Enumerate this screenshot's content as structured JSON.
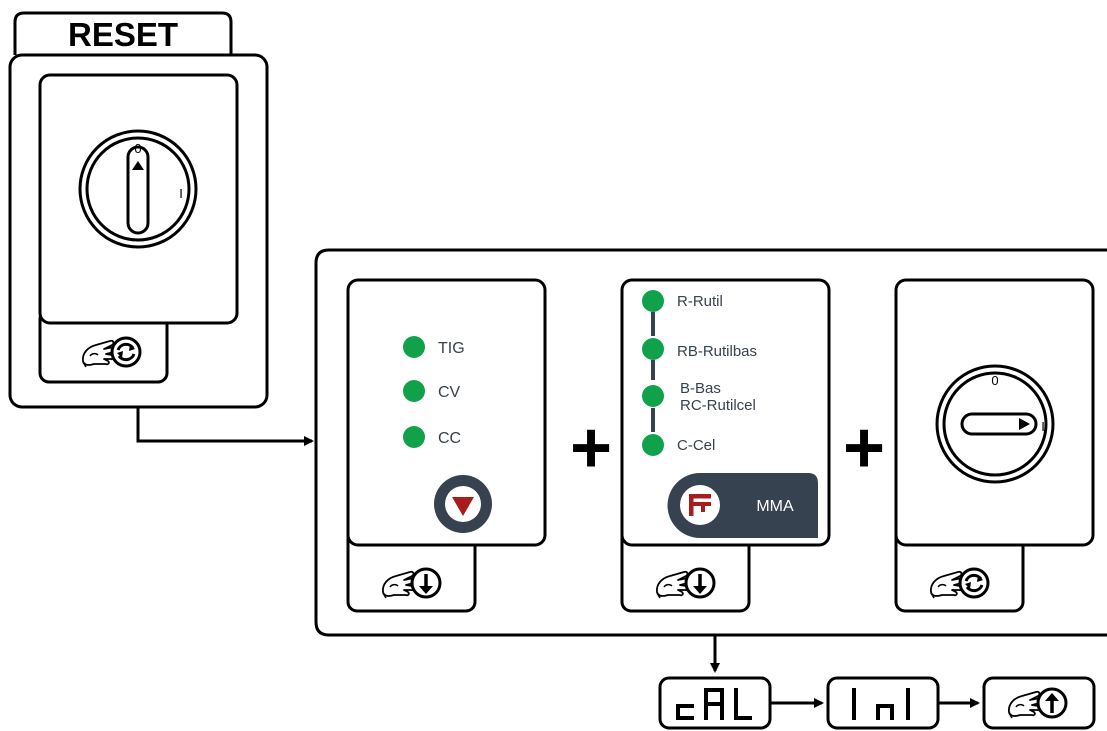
{
  "reset_panel": {
    "tab_label": "RESET",
    "switch_zero": "0",
    "switch_one": "I",
    "action_icon": "hand-rotate-icon"
  },
  "welding_mode_panel": {
    "items": [
      {
        "label": "TIG",
        "led_color": "#12a14b"
      },
      {
        "label": "CV",
        "led_color": "#12a14b"
      },
      {
        "label": "CC",
        "led_color": "#12a14b"
      }
    ],
    "button_icon": "down-triangle-button-icon",
    "action_icon": "hand-press-down-icon"
  },
  "electrode_panel": {
    "items": [
      {
        "label": "R-Rutil",
        "led_color": "#12a14b"
      },
      {
        "label": "RB-Rutilbas",
        "led_color": "#12a14b"
      },
      {
        "label": "B-Bas",
        "label2": "RC-Rutilcel",
        "led_color": "#12a14b"
      },
      {
        "label": "C-Cel",
        "led_color": "#12a14b"
      }
    ],
    "mode_label": "MMA",
    "mode_icon": "electrode-holder-icon",
    "action_icon": "hand-press-down-icon"
  },
  "power_switch_panel": {
    "switch_zero": "0",
    "switch_one": "I",
    "action_icon": "hand-rotate-icon"
  },
  "plus_symbol": "+",
  "display_sequence": [
    {
      "text": "cAL",
      "kind": "display"
    },
    {
      "text": "I nI",
      "kind": "display"
    },
    {
      "text": "",
      "kind": "hand-release-up-icon"
    }
  ],
  "colors": {
    "led_green": "#12a14b",
    "dark_slate": "#36424f",
    "arrow_red": "#a81c1c",
    "line_black": "#000000"
  }
}
